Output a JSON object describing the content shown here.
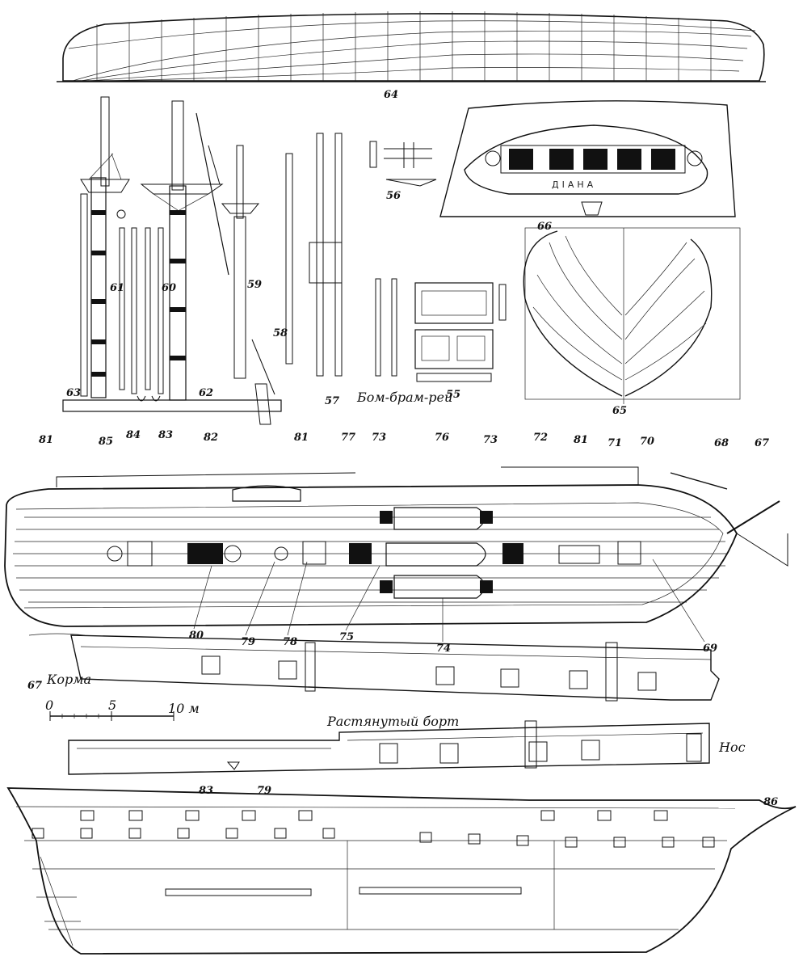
{
  "labels": {
    "l64": "64",
    "l61": "61",
    "l60": "60",
    "l59": "59",
    "l58": "58",
    "l57": "57",
    "l56": "56",
    "l55": "55",
    "l62": "62",
    "l63": "63",
    "l65": "65",
    "l66": "66",
    "l67a": "67",
    "l68": "68",
    "l69": "69",
    "l70": "70",
    "l71": "71",
    "l72": "72",
    "l73a": "73",
    "l73b": "73",
    "l74": "74",
    "l75": "75",
    "l76": "76",
    "l77": "77",
    "l78": "78",
    "l79": "79",
    "l80": "80",
    "l81a": "81",
    "l81b": "81",
    "l81c": "81",
    "l82": "82",
    "l83": "83",
    "l84": "84",
    "l85": "85",
    "l67b": "67",
    "l83b": "83",
    "l79b": "79",
    "l86": "86"
  },
  "captions": {
    "bom_bram_rey": "Бом-брам-рей",
    "korma": "Корма",
    "nos": "Нос",
    "rastyanuty_bort": "Растянутый борт"
  },
  "stern_name": "ДІАНА",
  "scale_bar": {
    "t0": "0",
    "t5": "5",
    "t10": "10 м"
  }
}
